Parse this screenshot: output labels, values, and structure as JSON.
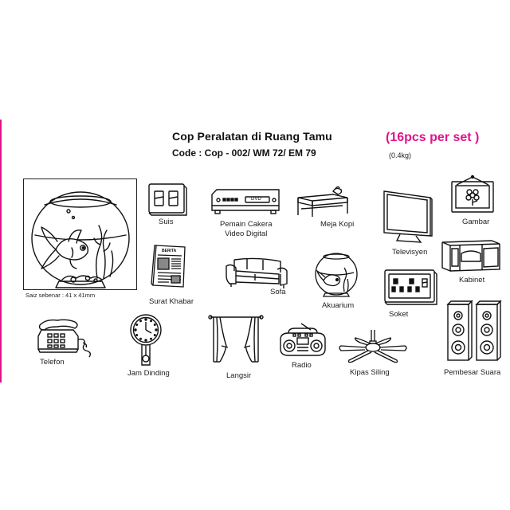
{
  "header": {
    "title": "Cop Peralatan di Ruang Tamu",
    "code": "Code : Cop - 002/ WM 72/ EM 79",
    "pcs": "(16pcs per set )",
    "weight": "(0.4kg)"
  },
  "sample": {
    "size_label": "Saiz sebenar : 41 x 41mm"
  },
  "items": {
    "suis": "Suis",
    "dvd_line1": "Pemain Cakera",
    "dvd_line2": "Video Digital",
    "dvd_badge": "DVD",
    "meja_kopi": "Meja Kopi",
    "televisyen": "Televisyen",
    "gambar": "Gambar",
    "kabinet": "Kabinet",
    "surat_khabar": "Surat Khabar",
    "newspaper_masthead": "BERITA",
    "sofa": "Sofa",
    "akuarium": "Akuarium",
    "soket": "Soket",
    "telefon": "Telefon",
    "jam_dinding": "Jam Dinding",
    "langsir": "Langsir",
    "radio": "Radio",
    "kipas_siling": "Kipas Siling",
    "pembesar_suara": "Pembesar Suara"
  }
}
